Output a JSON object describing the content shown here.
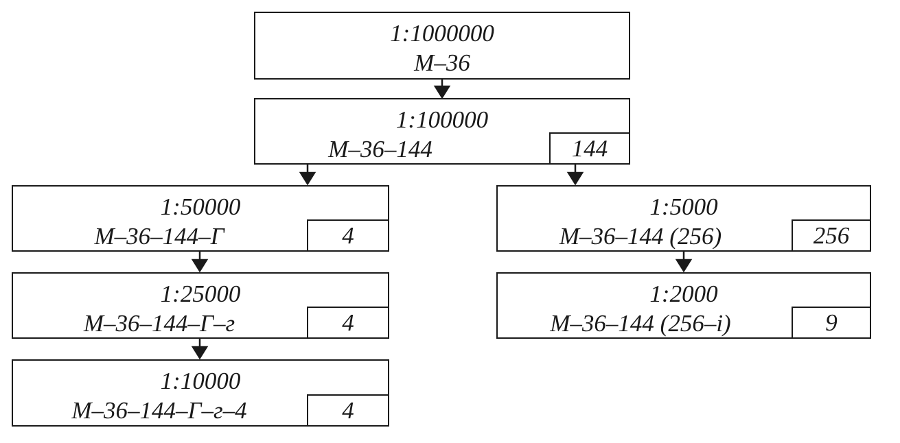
{
  "nodes": {
    "n1000000": {
      "scale": "1:1000000",
      "code": "M–36"
    },
    "n100000": {
      "scale": "1:100000",
      "code": "M–36–144",
      "sub": "144"
    },
    "n50000": {
      "scale": "1:50000",
      "code": "M–36–144–Г",
      "sub": "4"
    },
    "n25000": {
      "scale": "1:25000",
      "code": "M–36–144–Г–г",
      "sub": "4"
    },
    "n10000": {
      "scale": "1:10000",
      "code": "M–36–144–Г–г–4",
      "sub": "4"
    },
    "n5000": {
      "scale": "1:5000",
      "code": "M–36–144 (256)",
      "sub": "256"
    },
    "n2000": {
      "scale": "1:2000",
      "code": "M–36–144 (256–і)",
      "sub": "9"
    }
  }
}
